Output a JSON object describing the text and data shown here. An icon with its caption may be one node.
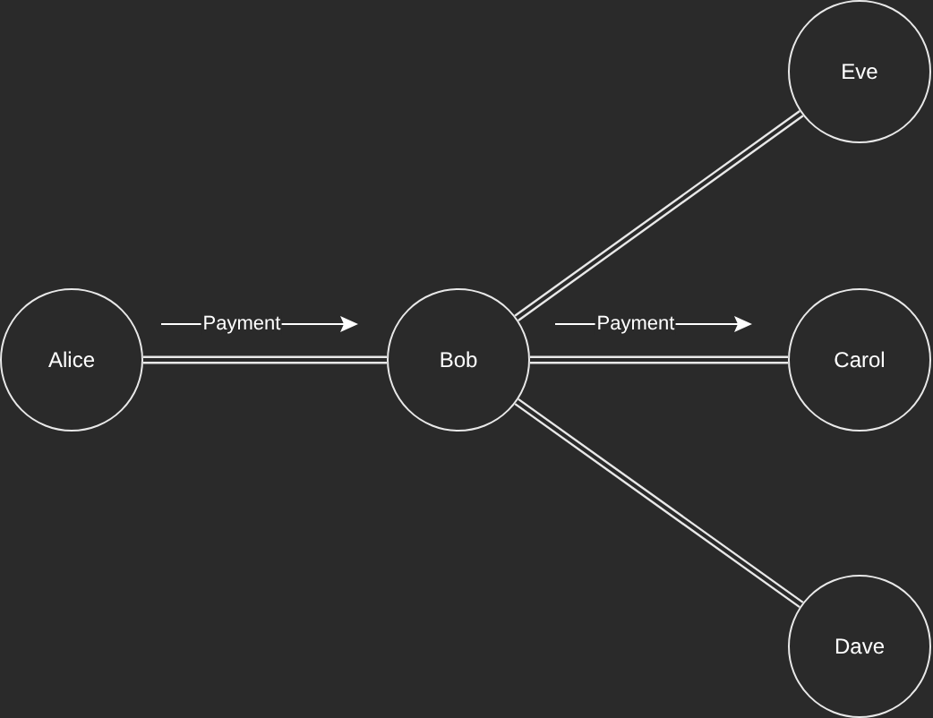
{
  "diagram": {
    "nodes": [
      {
        "text": [
          "Alice"
        ]
      },
      {
        "text": [
          "Bob"
        ]
      },
      {
        "text": [
          "Eve"
        ]
      },
      {
        "text": [
          "Carol"
        ]
      },
      {
        "text": [
          "Dave"
        ]
      }
    ],
    "edges": [
      {
        "from": 0,
        "to": 1,
        "arrow": "none"
      },
      {
        "from": 1,
        "to": 2,
        "arrow": "none"
      },
      {
        "from": 1,
        "to": 3,
        "arrow": "none"
      },
      {
        "from": 1,
        "to": 4,
        "arrow": "none"
      }
    ],
    "labels": [
      "Payment",
      "Payment"
    ]
  }
}
